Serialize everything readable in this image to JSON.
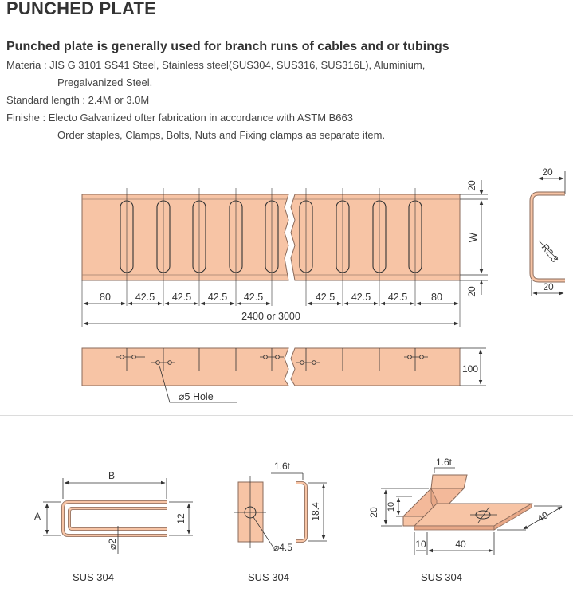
{
  "header": {
    "title": "PUNCHED PLATE",
    "subtitle": "Punched plate is generally used for branch runs of cables and or tubings"
  },
  "specs": {
    "material_line1": "Materia : JIS G 3101 SS41 Steel, Stainless steel(SUS304, SUS316, SUS316L), Aluminium,",
    "material_line2": "Pregalvanized Steel.",
    "length": "Standard length : 2.4M or 3.0M",
    "finish_line1": "Finishe : Electo Galvanized ofter fabrication in accordance with ASTM B663",
    "finish_line2": "Order staples, Clamps, Bolts, Nuts and Fixing clamps as separate item."
  },
  "plate_dims": {
    "flange_top": "20",
    "flange_bottom": "20",
    "width": "W",
    "edge_left": "80",
    "pitch": "42.5",
    "edge_right": "80",
    "total": "2400 or 3000",
    "height_side": "100",
    "hole": "⌀5 Hole"
  },
  "profile_dims": {
    "top": "20",
    "radius": "R2.3",
    "bottom": "20"
  },
  "staple": {
    "b": "B",
    "a": "A",
    "leg": "12",
    "wire": "⌀2",
    "label": "SUS 304"
  },
  "clamp": {
    "thickness": "1.6t",
    "height": "18.4",
    "hole": "⌀4.5",
    "label": "SUS 304"
  },
  "bracket": {
    "thickness": "1.6t",
    "height": "20",
    "inner": "10",
    "offset": "10",
    "length": "40",
    "depth": "40",
    "label": "SUS 304"
  },
  "colors": {
    "plate_fill": "#f7c4a5",
    "plate_stroke": "#8a6a5a",
    "line": "#333333",
    "divider": "#dcdcdc"
  }
}
